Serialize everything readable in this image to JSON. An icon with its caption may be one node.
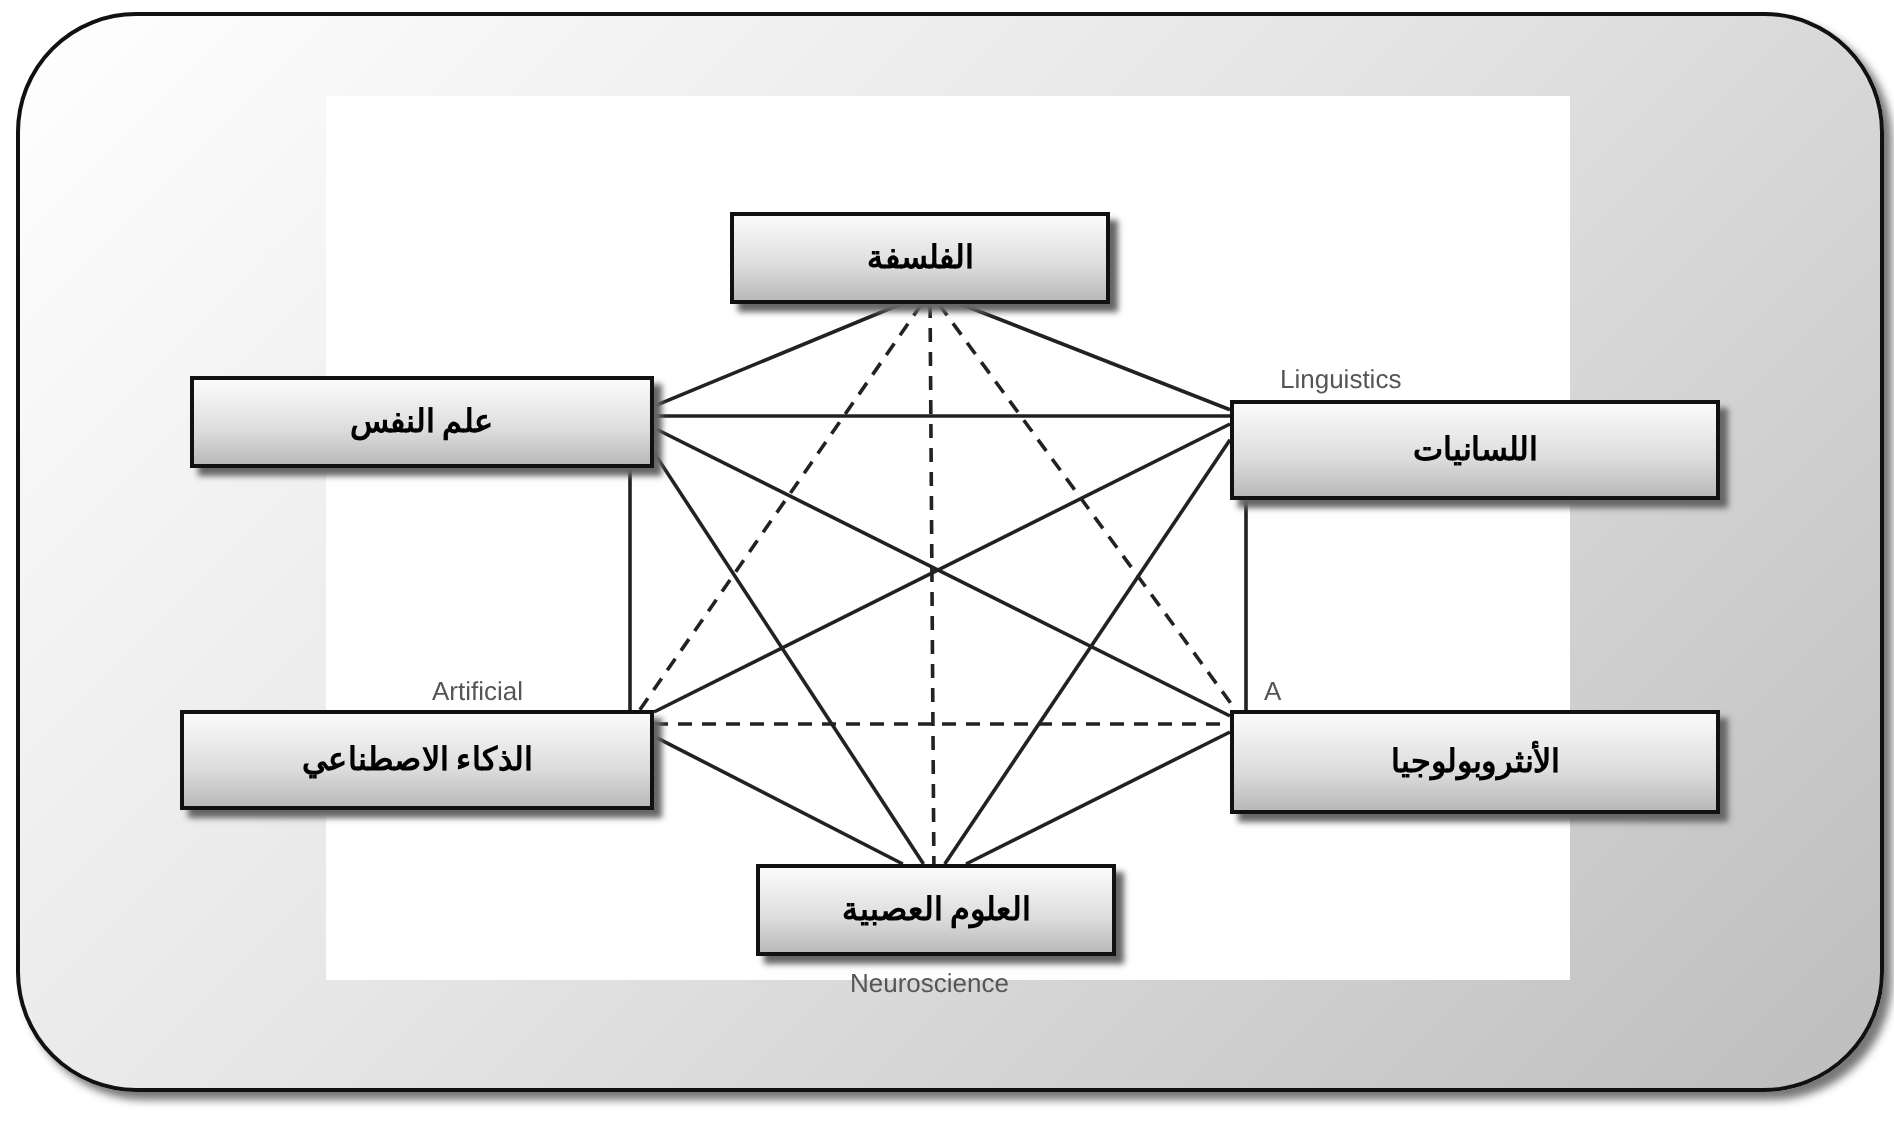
{
  "diagram": {
    "nodes": [
      {
        "text": [
          "الفلسفة"
        ]
      },
      {
        "text": [
          "علم النفس"
        ]
      },
      {
        "text": [
          "اللسانيات"
        ],
        "beside": [
          "Linguistics"
        ]
      },
      {
        "text": [
          "الذكاء الاصطناعي"
        ],
        "beside": [
          "Artificial"
        ]
      },
      {
        "text": [
          "الأنثروبولوجيا"
        ],
        "beside": [
          "A"
        ]
      },
      {
        "text": [
          "العلوم العصبية"
        ],
        "beside": [
          "Neuroscience"
        ]
      }
    ],
    "edges": [
      {
        "from": 0,
        "to": 1,
        "arrow": "none"
      },
      {
        "from": 0,
        "to": 2,
        "arrow": "none"
      },
      {
        "from": 1,
        "to": 2,
        "arrow": "none"
      },
      {
        "from": 1,
        "to": 3,
        "arrow": "none"
      },
      {
        "from": 2,
        "to": 4,
        "arrow": "none"
      },
      {
        "from": 3,
        "to": 5,
        "arrow": "none"
      },
      {
        "from": 4,
        "to": 5,
        "arrow": "none"
      },
      {
        "from": 1,
        "to": 5,
        "arrow": "none"
      },
      {
        "from": 2,
        "to": 5,
        "arrow": "none"
      },
      {
        "from": 1,
        "to": 4,
        "arrow": "none"
      },
      {
        "from": 2,
        "to": 3,
        "arrow": "none"
      },
      {
        "from": 0,
        "to": 3,
        "arrow": "none",
        "style": "dashed"
      },
      {
        "from": 0,
        "to": 5,
        "arrow": "none",
        "style": "dashed"
      },
      {
        "from": 0,
        "to": 4,
        "arrow": "none",
        "style": "dashed"
      },
      {
        "from": 3,
        "to": 4,
        "arrow": "none",
        "style": "dashed"
      }
    ]
  }
}
